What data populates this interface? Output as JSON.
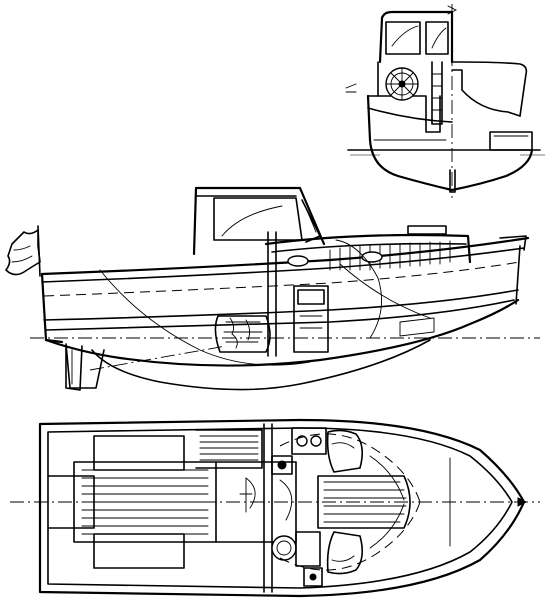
{
  "drawing": {
    "views": [
      {
        "id": "end-view"
      },
      {
        "id": "profile-view"
      },
      {
        "id": "plan-view"
      }
    ],
    "colors": {
      "ink": "#000000",
      "paper": "#ffffff"
    },
    "icons": [
      "flag-icon",
      "steering-wheel-icon",
      "stove-icon",
      "toilet-icon",
      "sink-icon",
      "porthole-icon"
    ]
  }
}
